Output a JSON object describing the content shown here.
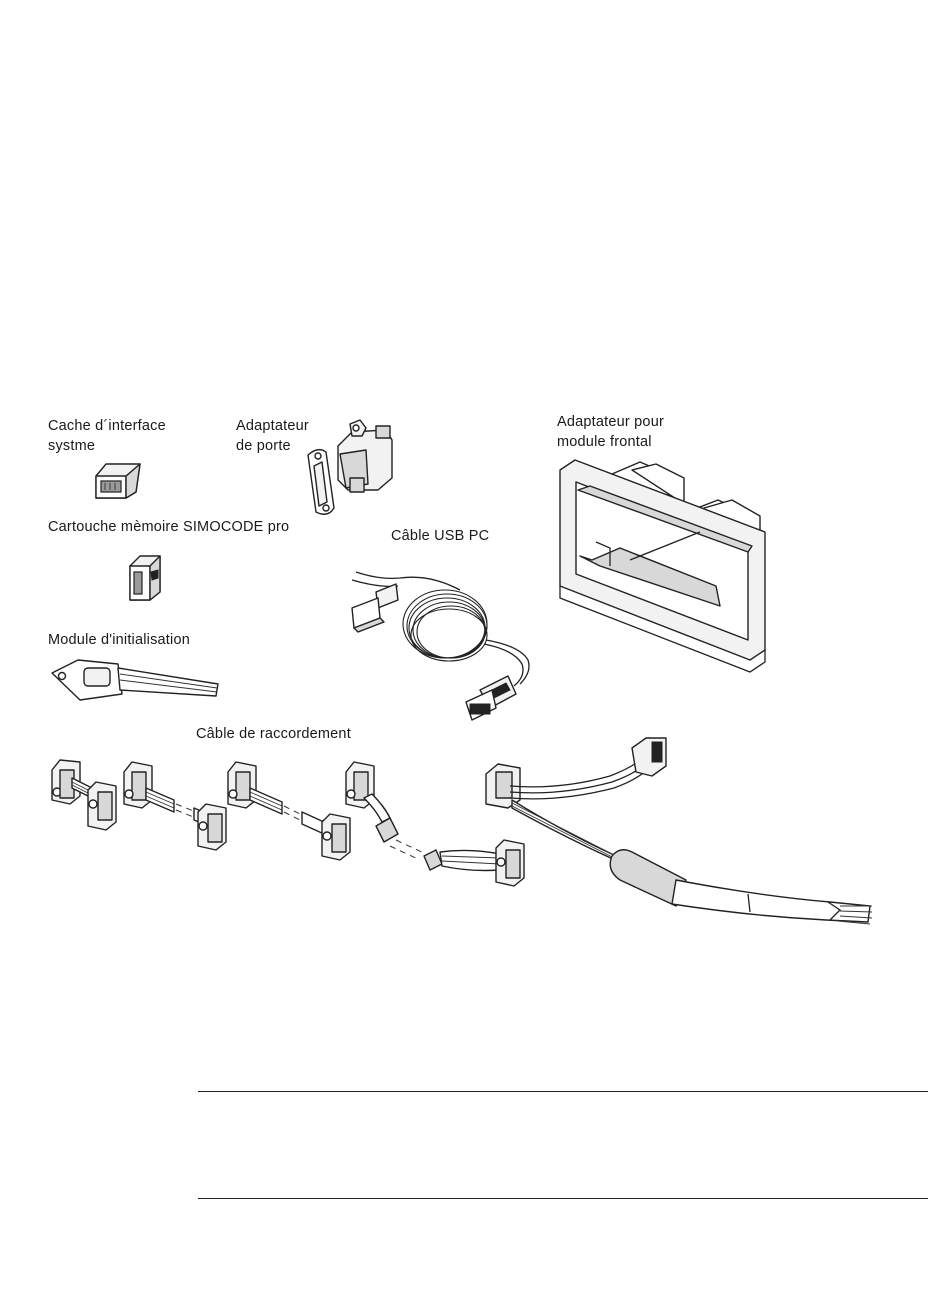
{
  "labels": {
    "cache_line1": "Cache d´interface",
    "cache_line2": "systme",
    "door_line1": "Adaptateur",
    "door_line2": "de porte",
    "front_line1": "Adaptateur pour",
    "front_line2": "module frontal",
    "memory": "Cartouche mèmoire SIMOCODE pro",
    "usb": "Câble USB PC",
    "init": "Module d'initialisation",
    "cable": "Câble de raccordement"
  }
}
